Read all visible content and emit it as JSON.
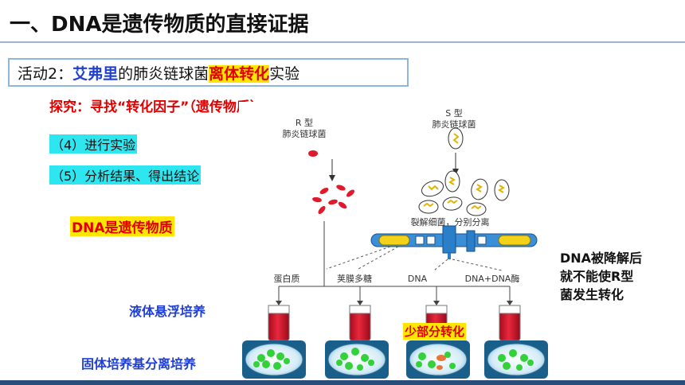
{
  "slide": {
    "title": "一、DNA是遗传物质的直接证据",
    "activity": {
      "prefix": "活动2：",
      "scientist": "艾弗里",
      "middle": "的肺炎链球菌",
      "highlight": "离体转化",
      "suffix": "实验"
    },
    "explore": "探究：寻找“转化因子”（遗传物质）",
    "steps": [
      "（4）进行实验",
      "（5）分析结果、得出结论"
    ],
    "conclusion": "DNA是遗传物质",
    "culture_liquid": "液体悬浮培养",
    "culture_solid": "固体培养基分离培养",
    "note_lines": [
      "DNA被降解后",
      "就不能使R型",
      "菌发生转化"
    ],
    "partial_label": "少部分转化"
  },
  "diagram": {
    "r_type_line1": "R 型",
    "r_type_line2": "肺炎链球菌",
    "s_type_line1": "S 型",
    "s_type_line2": "肺炎链球菌",
    "lysis_label": "裂解细菌，分别分离",
    "components": [
      "蛋白质",
      "荚膜多糖",
      "DNA",
      "DNA+DNA酶"
    ]
  },
  "colors": {
    "title_underline": "#9db6cf",
    "highlight_yellow": "#ffe600",
    "step_cyan": "#2ee6ef",
    "text_red": "#e00000",
    "text_blue": "#1f3fd6",
    "colony_green": "#34d13a",
    "broth_red": "#d4102a"
  }
}
